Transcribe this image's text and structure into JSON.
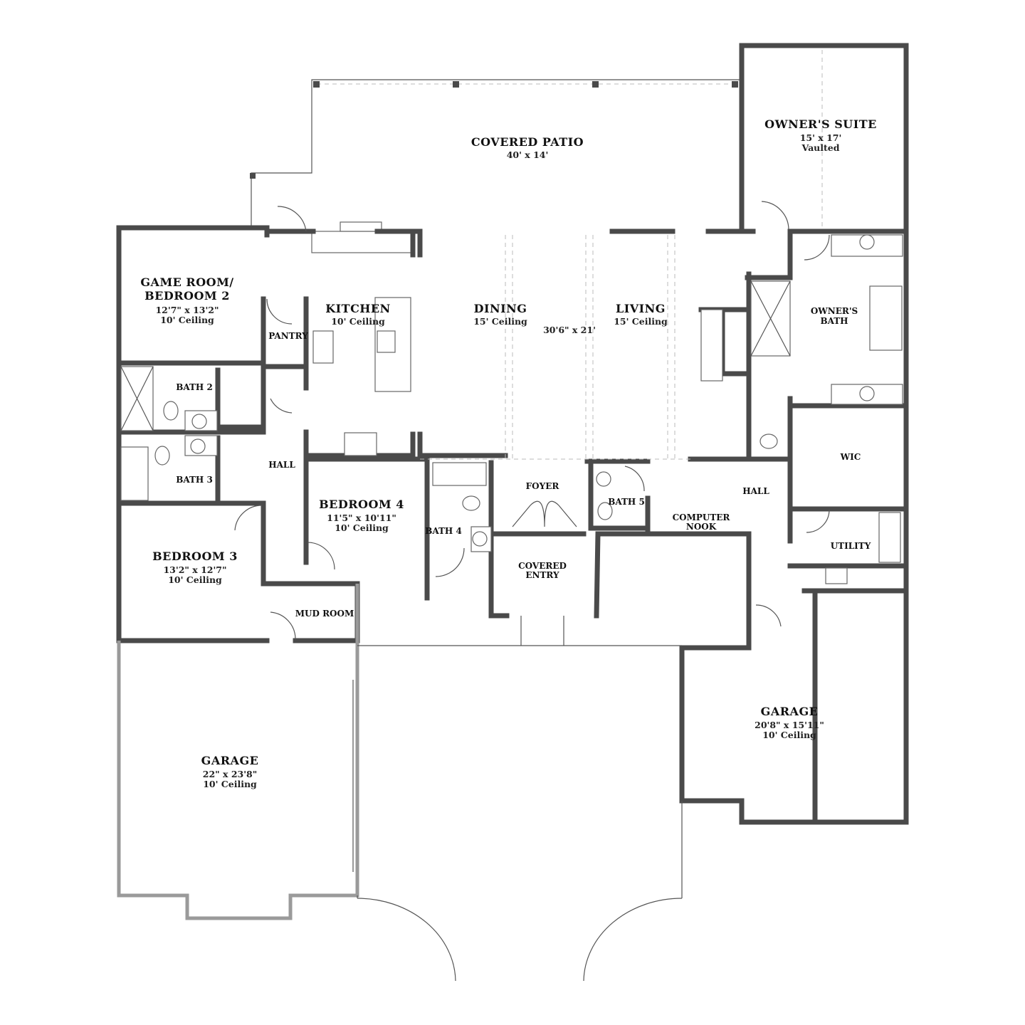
{
  "rooms": {
    "covered_patio": {
      "name": "COVERED PATIO",
      "dims": "40' x 14'"
    },
    "owners_suite": {
      "name": "OWNER'S SUITE",
      "dims": "15' x 17'",
      "note": "Vaulted"
    },
    "game_room": {
      "name1": "GAME ROOM/",
      "name2": "BEDROOM 2",
      "dims": "12'7\" x 13'2\"",
      "ceiling": "10' Ceiling"
    },
    "kitchen": {
      "name": "KITCHEN",
      "ceiling": "10' Ceiling"
    },
    "pantry": {
      "name": "PANTRY"
    },
    "dining": {
      "name": "DINING",
      "ceiling": "15' Ceiling"
    },
    "great_room_dims": "30'6\" x 21'",
    "living": {
      "name": "LIVING",
      "ceiling": "15' Ceiling"
    },
    "owners_bath": {
      "name1": "OWNER'S",
      "name2": "BATH"
    },
    "bath2": {
      "name": "BATH 2"
    },
    "bath3": {
      "name": "BATH 3"
    },
    "hall_left": {
      "name": "HALL"
    },
    "bedroom4": {
      "name": "BEDROOM 4",
      "dims": "11'5\" x 10'11\"",
      "ceiling": "10' Ceiling"
    },
    "bath4": {
      "name": "BATH 4"
    },
    "foyer": {
      "name": "FOYER"
    },
    "bath5": {
      "name": "BATH 5"
    },
    "computer_nook": {
      "name1": "COMPUTER",
      "name2": "NOOK"
    },
    "hall_right": {
      "name": "HALL"
    },
    "wic": {
      "name": "WIC"
    },
    "utility": {
      "name": "UTILITY"
    },
    "covered_entry": {
      "name1": "COVERED",
      "name2": "ENTRY"
    },
    "bedroom3": {
      "name": "BEDROOM 3",
      "dims": "13'2\" x 12'7\"",
      "ceiling": "10' Ceiling"
    },
    "mud_room": {
      "name": "MUD ROOM"
    },
    "garage_right": {
      "name": "GARAGE",
      "dims": "20'8\" x 15'11\"",
      "ceiling": "10' Ceiling"
    },
    "garage_left": {
      "name": "GARAGE",
      "dims": "22\" x 23'8\"",
      "ceiling": "10' Ceiling"
    }
  }
}
